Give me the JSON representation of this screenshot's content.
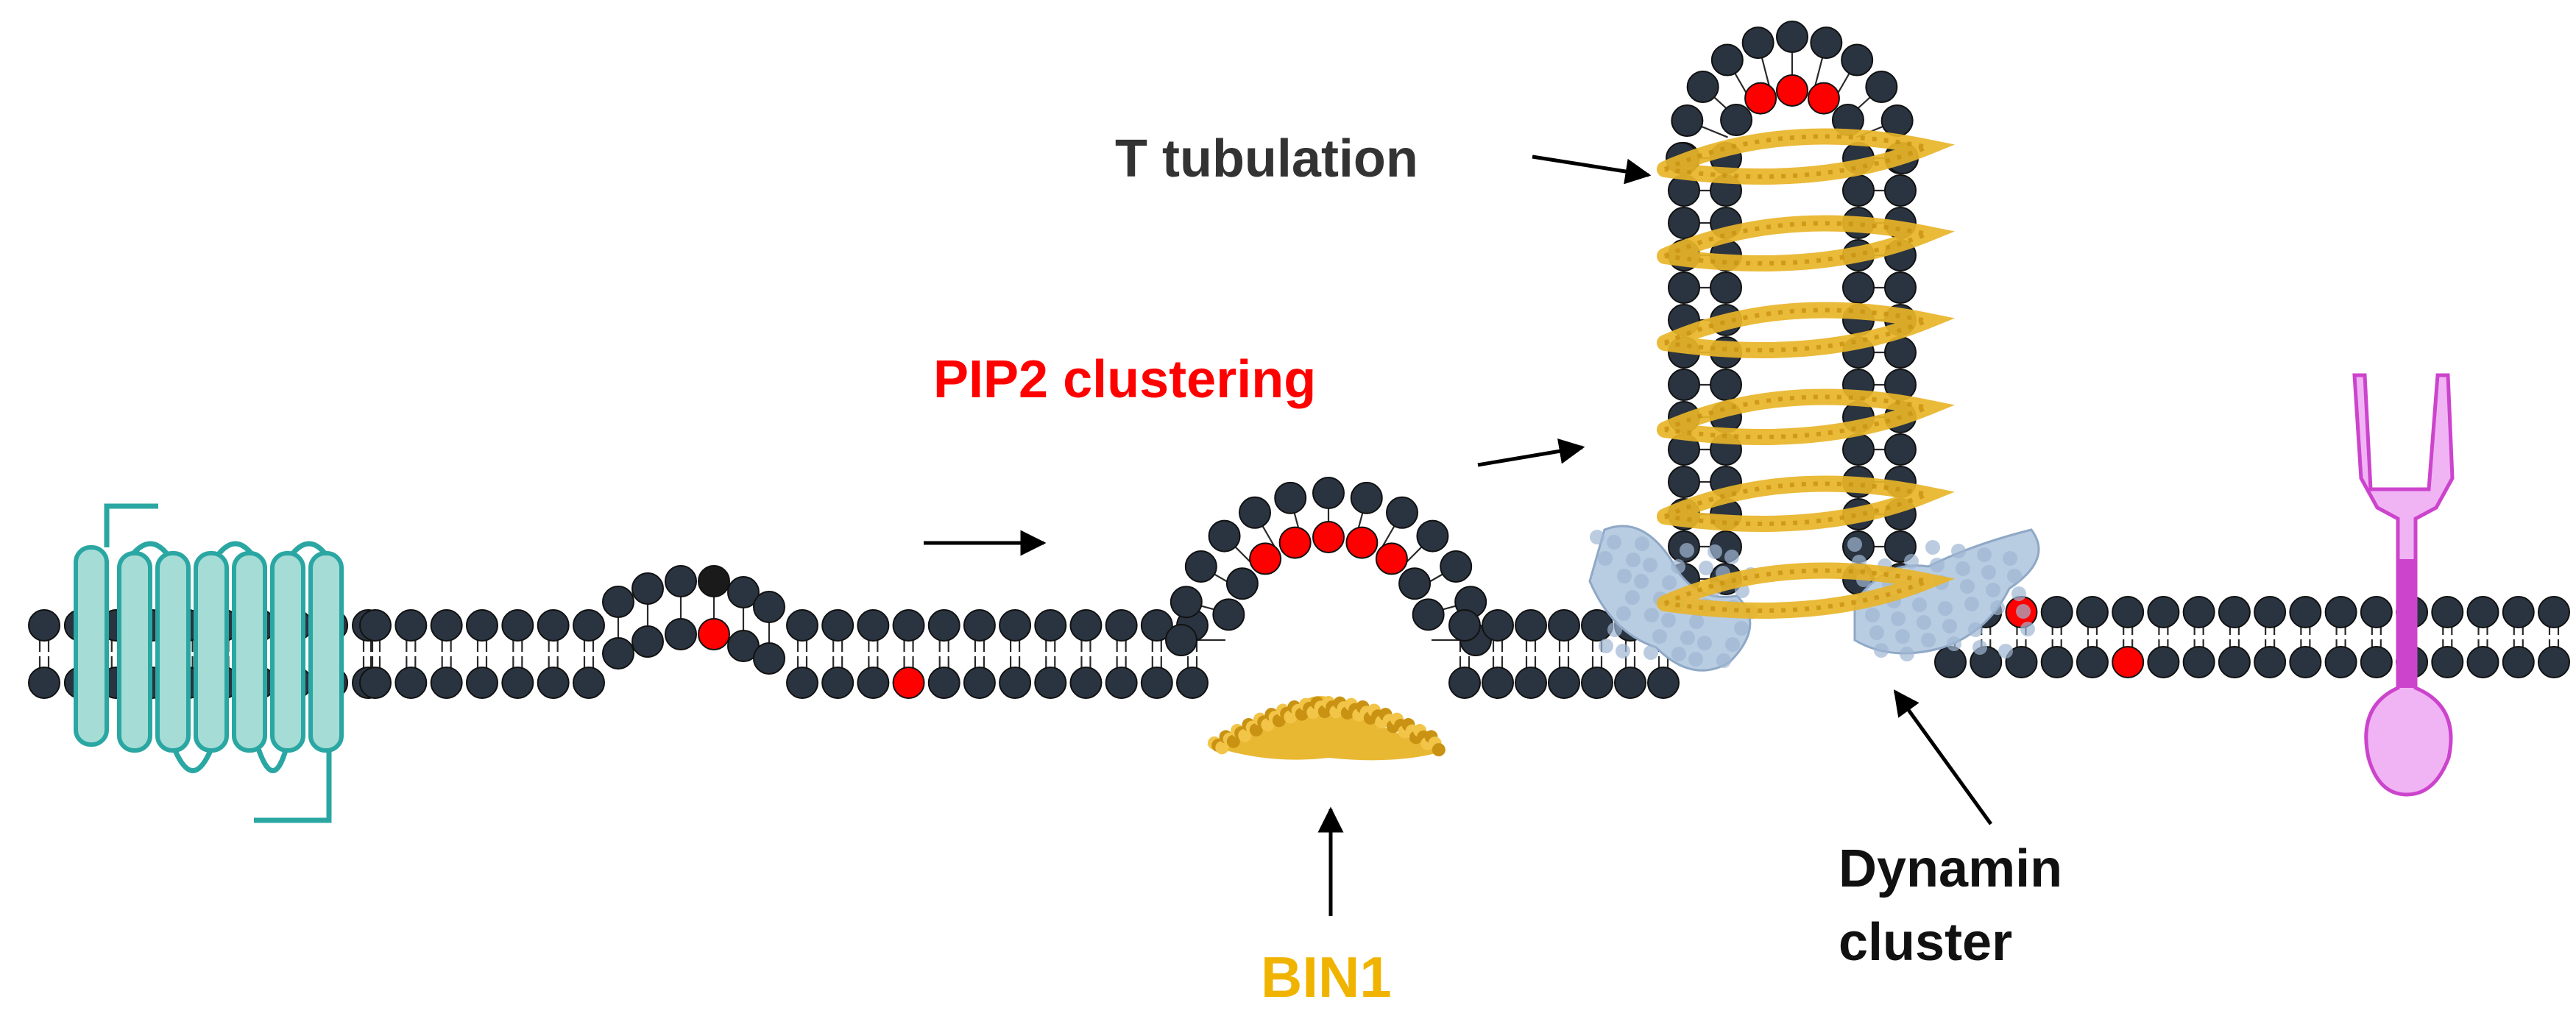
{
  "labels": {
    "t_tubulation": "T tubulation",
    "pip2_clustering": "PIP2 clustering",
    "bin1": "BIN1",
    "dynamin_line1": "Dynamin",
    "dynamin_line2": "cluster"
  },
  "colors": {
    "lipid_head": "#2a3440",
    "pip2": "#ff0000",
    "tail": "#2a2a2a",
    "bin1_protein": "#e8b428",
    "bin1_text": "#f0b400",
    "pip2_text": "#ff0000",
    "t_text": "#333333",
    "dynamin_protein": "#b8cce2",
    "channel": "#2aa7a2",
    "channel_fill": "#a6dcd6",
    "receptor_fill": "#f0b4f4",
    "receptor_stroke": "#cc44cc"
  },
  "icons": {
    "membrane": "lipid-bilayer",
    "channel": "transmembrane-helix-channel",
    "receptor": "y-shaped-receptor",
    "bin1": "bin1-protein",
    "dynamin": "dynamin-cluster",
    "arrows": "arrow"
  }
}
